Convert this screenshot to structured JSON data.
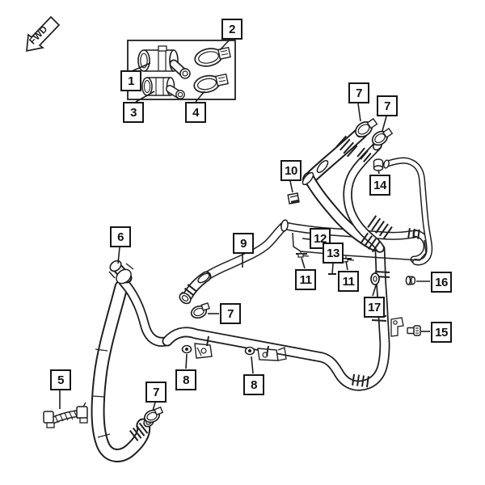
{
  "fwd": {
    "label": "FWD"
  },
  "colors": {
    "line": "#1f1f1f",
    "background": "#ffffff"
  },
  "callouts": [
    {
      "id": "1",
      "label": "1"
    },
    {
      "id": "2",
      "label": "2"
    },
    {
      "id": "3",
      "label": "3"
    },
    {
      "id": "4",
      "label": "4"
    },
    {
      "id": "5",
      "label": "5"
    },
    {
      "id": "6",
      "label": "6"
    },
    {
      "id": "7a",
      "label": "7"
    },
    {
      "id": "7b",
      "label": "7"
    },
    {
      "id": "7c",
      "label": "7"
    },
    {
      "id": "7d",
      "label": "7"
    },
    {
      "id": "8a",
      "label": "8"
    },
    {
      "id": "8b",
      "label": "8"
    },
    {
      "id": "9",
      "label": "9"
    },
    {
      "id": "10",
      "label": "10"
    },
    {
      "id": "11a",
      "label": "11"
    },
    {
      "id": "11b",
      "label": "11"
    },
    {
      "id": "12",
      "label": "12"
    },
    {
      "id": "13",
      "label": "13"
    },
    {
      "id": "14",
      "label": "14"
    },
    {
      "id": "15",
      "label": "15"
    },
    {
      "id": "16",
      "label": "16"
    },
    {
      "id": "17",
      "label": "17"
    }
  ]
}
